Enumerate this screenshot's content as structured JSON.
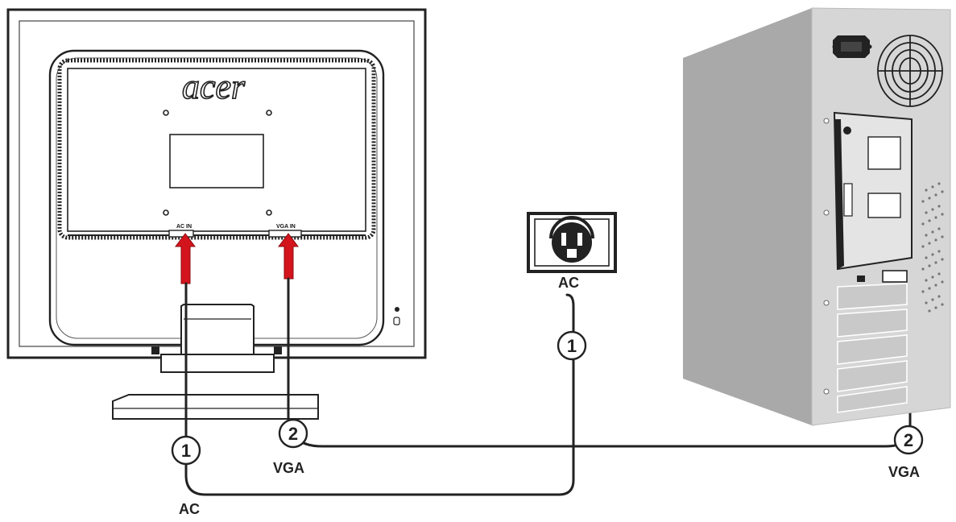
{
  "monitor": {
    "brand": "acer",
    "port_ac": "AC IN",
    "port_vga": "VGA IN"
  },
  "outlet": {
    "label": "AC"
  },
  "cables": {
    "ac_number": "1",
    "vga_number": "2",
    "ac_label": "AC",
    "vga_label": "VGA"
  },
  "colors": {
    "arrow": "#d4141c",
    "line": "#222222",
    "pc_body": "#d6d6d6",
    "pc_side": "#a9a9a9"
  }
}
